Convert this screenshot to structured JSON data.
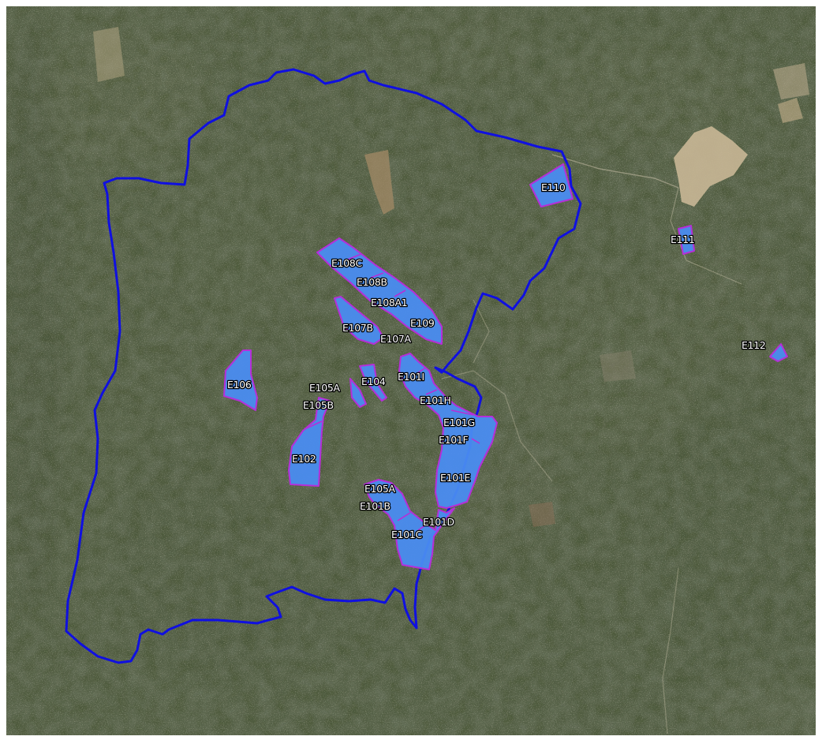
{
  "map": {
    "type": "satellite-imagery",
    "boundary_color": "#1010e0",
    "parcel_fill": "#4a8cf0",
    "parcel_outline": "#b52fd8",
    "label_color": "#ffffff",
    "label_halo": "#000000"
  },
  "parcels": [
    {
      "id": "E110",
      "label": "E110"
    },
    {
      "id": "E111",
      "label": "E111"
    },
    {
      "id": "E112",
      "label": "E112"
    },
    {
      "id": "E108C",
      "label": "E108C"
    },
    {
      "id": "E108B",
      "label": "E108B"
    },
    {
      "id": "E108A1",
      "label": "E108A1"
    },
    {
      "id": "E109",
      "label": "E109"
    },
    {
      "id": "E107B",
      "label": "E107B"
    },
    {
      "id": "E107A",
      "label": "E107A"
    },
    {
      "id": "E106",
      "label": "E106"
    },
    {
      "id": "E104",
      "label": "E104"
    },
    {
      "id": "E105A-north",
      "label": "E105A"
    },
    {
      "id": "E105B",
      "label": "E105B"
    },
    {
      "id": "E102",
      "label": "E102"
    },
    {
      "id": "E101I",
      "label": "E101I"
    },
    {
      "id": "E101H",
      "label": "E101H"
    },
    {
      "id": "E101G",
      "label": "E101G"
    },
    {
      "id": "E101F",
      "label": "E101F"
    },
    {
      "id": "E101E",
      "label": "E101E"
    },
    {
      "id": "E105A-south",
      "label": "E105A"
    },
    {
      "id": "E101B",
      "label": "E101B"
    },
    {
      "id": "E101D",
      "label": "E101D"
    },
    {
      "id": "E101C",
      "label": "E101C"
    }
  ]
}
